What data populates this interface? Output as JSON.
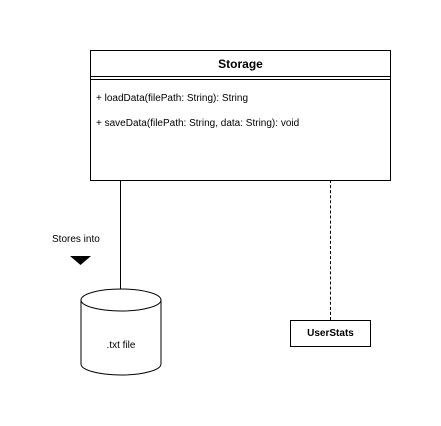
{
  "storage_class": {
    "name": "Storage",
    "methods": [
      "+ loadData(filePath: String): String",
      "+ saveData(filePath: String, data: String): void"
    ]
  },
  "relationship": {
    "label": "Stores into"
  },
  "datastore": {
    "label": ".txt file"
  },
  "userstats_class": {
    "name": "UserStats"
  }
}
